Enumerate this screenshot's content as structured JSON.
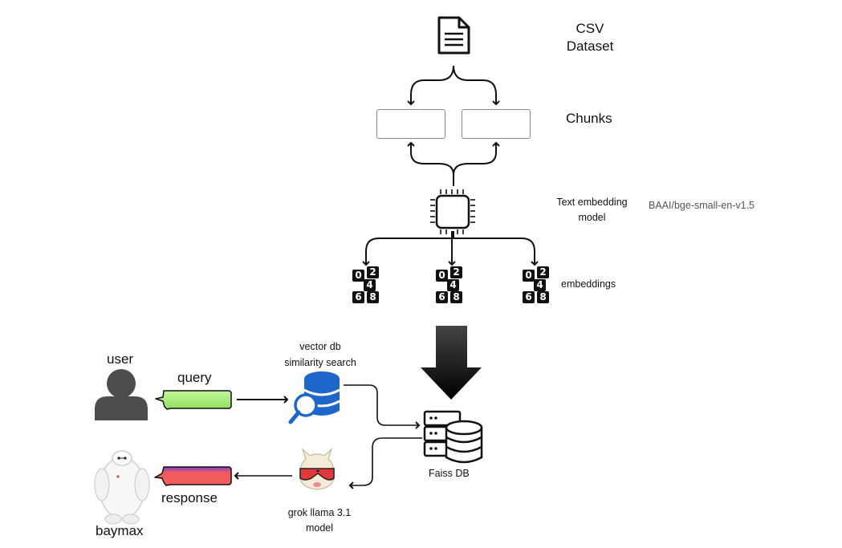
{
  "nodes": {
    "csv_dataset": {
      "line1": "CSV",
      "line2": "Dataset",
      "icon": "document-icon"
    },
    "chunks": {
      "label": "Chunks"
    },
    "text_embedding_model": {
      "line1": "Text embedding",
      "line2": "model",
      "model_name": "BAAI/bge-small-en-v1.5",
      "icon": "chip-icon"
    },
    "embeddings": {
      "label": "embeddings",
      "digits": [
        "0",
        "2",
        "4",
        "6",
        "8"
      ]
    },
    "vector_db": {
      "line1": "vector db",
      "line2": "similarity search",
      "icon": "database-search-icon"
    },
    "faiss_db": {
      "label": "Faiss DB",
      "icon": "server-database-icon"
    },
    "user": {
      "label": "user",
      "icon": "user-icon"
    },
    "query": {
      "label": "query",
      "color": "#a8f07a"
    },
    "response": {
      "label": "response",
      "color": "#f25c5c",
      "accent": "#7a3fd6"
    },
    "baymax": {
      "label": "baymax",
      "icon": "robot-icon"
    },
    "llm": {
      "line1": "grok llama 3.1",
      "line2": "model",
      "icon": "llama-icon"
    }
  }
}
